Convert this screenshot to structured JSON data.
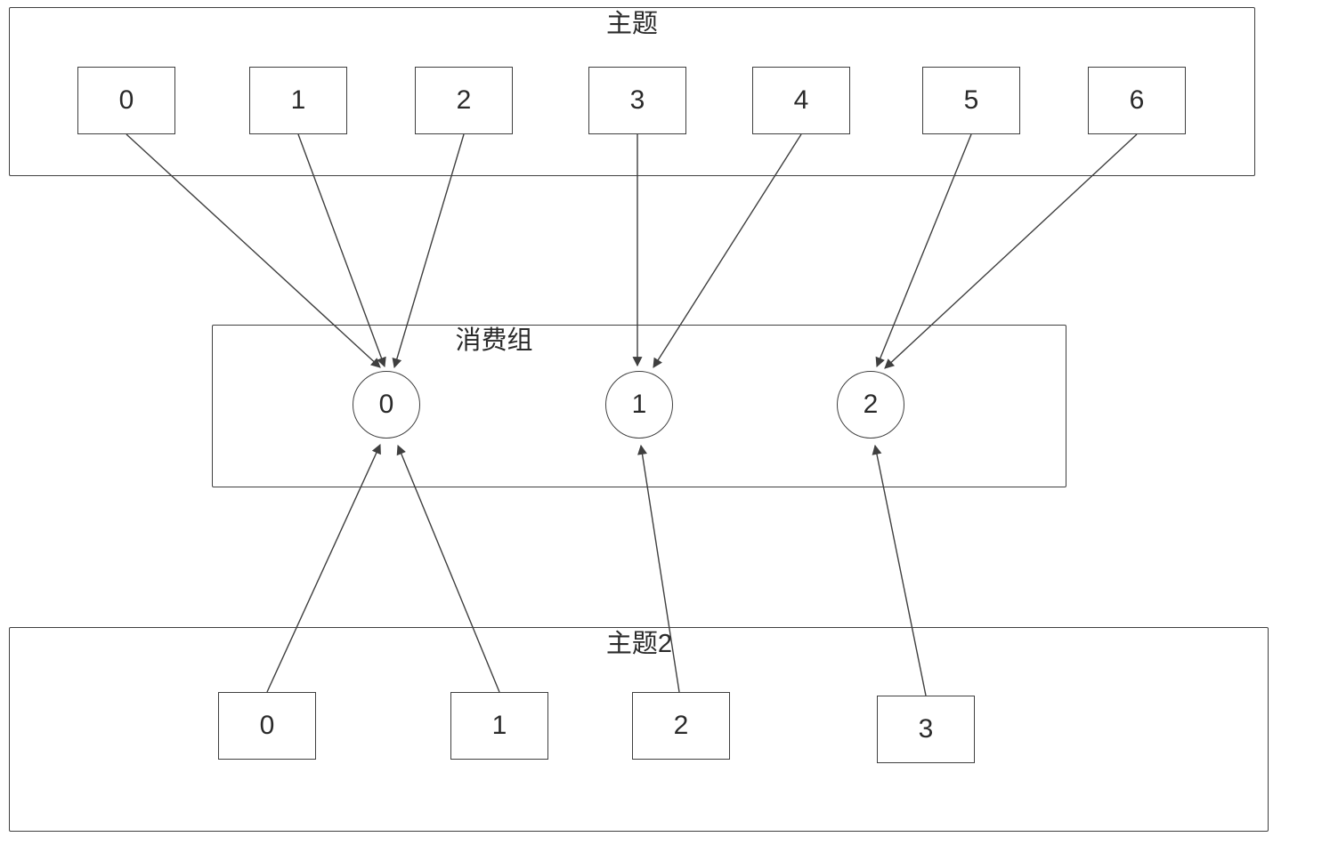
{
  "topic1": {
    "title": "主题",
    "partitions": [
      "0",
      "1",
      "2",
      "3",
      "4",
      "5",
      "6"
    ]
  },
  "consumer_group": {
    "title": "消费组",
    "consumers": [
      "0",
      "1",
      "2"
    ]
  },
  "topic2": {
    "title": "主题2",
    "partitions": [
      "0",
      "1",
      "2",
      "3"
    ]
  },
  "assignments": {
    "topic1_to_consumers": [
      {
        "partition": "0",
        "consumer": "0"
      },
      {
        "partition": "1",
        "consumer": "0"
      },
      {
        "partition": "2",
        "consumer": "0"
      },
      {
        "partition": "3",
        "consumer": "1"
      },
      {
        "partition": "4",
        "consumer": "1"
      },
      {
        "partition": "5",
        "consumer": "2"
      },
      {
        "partition": "6",
        "consumer": "2"
      }
    ],
    "topic2_to_consumers": [
      {
        "partition": "0",
        "consumer": "0"
      },
      {
        "partition": "1",
        "consumer": "0"
      },
      {
        "partition": "2",
        "consumer": "1"
      },
      {
        "partition": "3",
        "consumer": "2"
      }
    ]
  },
  "colors": {
    "stroke": "#3f3f3f",
    "background": "#ffffff",
    "text": "#2a2a2a"
  }
}
